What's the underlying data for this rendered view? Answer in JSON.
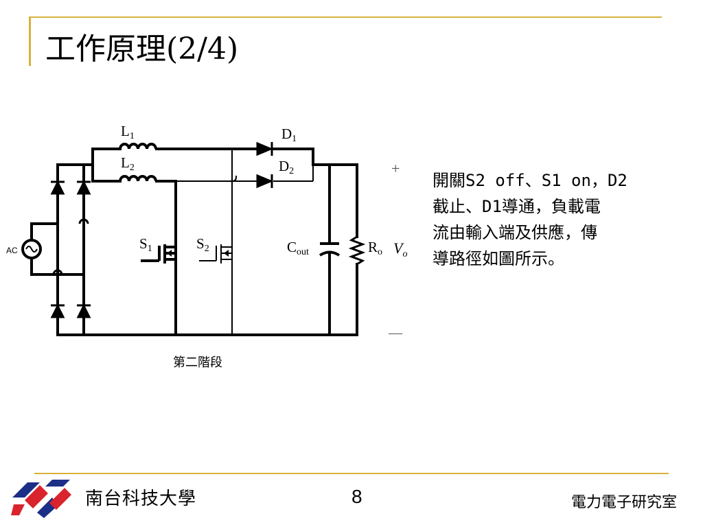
{
  "slide": {
    "title": "工作原理(2/4)",
    "page_number": "8"
  },
  "circuit": {
    "labels": {
      "L1": "L",
      "L1_sub": "1",
      "L2": "L",
      "L2_sub": "2",
      "D1": "D",
      "D1_sub": "1",
      "D2": "D",
      "D2_sub": "2",
      "S1": "S",
      "S1_sub": "1",
      "S2": "S",
      "S2_sub": "2",
      "Cout": "C",
      "Cout_sub": "out",
      "Ro": "R",
      "Ro_sub": "o",
      "Vo": "V",
      "Vo_sub": "o",
      "ac": "AC",
      "plus": "+",
      "minus": "—"
    },
    "caption": "第二階段"
  },
  "description": "開關S2 off、S1 on，D2\n截止、D1導通，負載電\n流由輸入端及供應，傳\n導路徑如圖所示。",
  "footer": {
    "school": "南台科技大學",
    "lab": "電力電子研究室"
  },
  "colors": {
    "accent_rule": "#d7b23a",
    "logo_red": "#d9232d",
    "logo_blue": "#1b2f86"
  }
}
